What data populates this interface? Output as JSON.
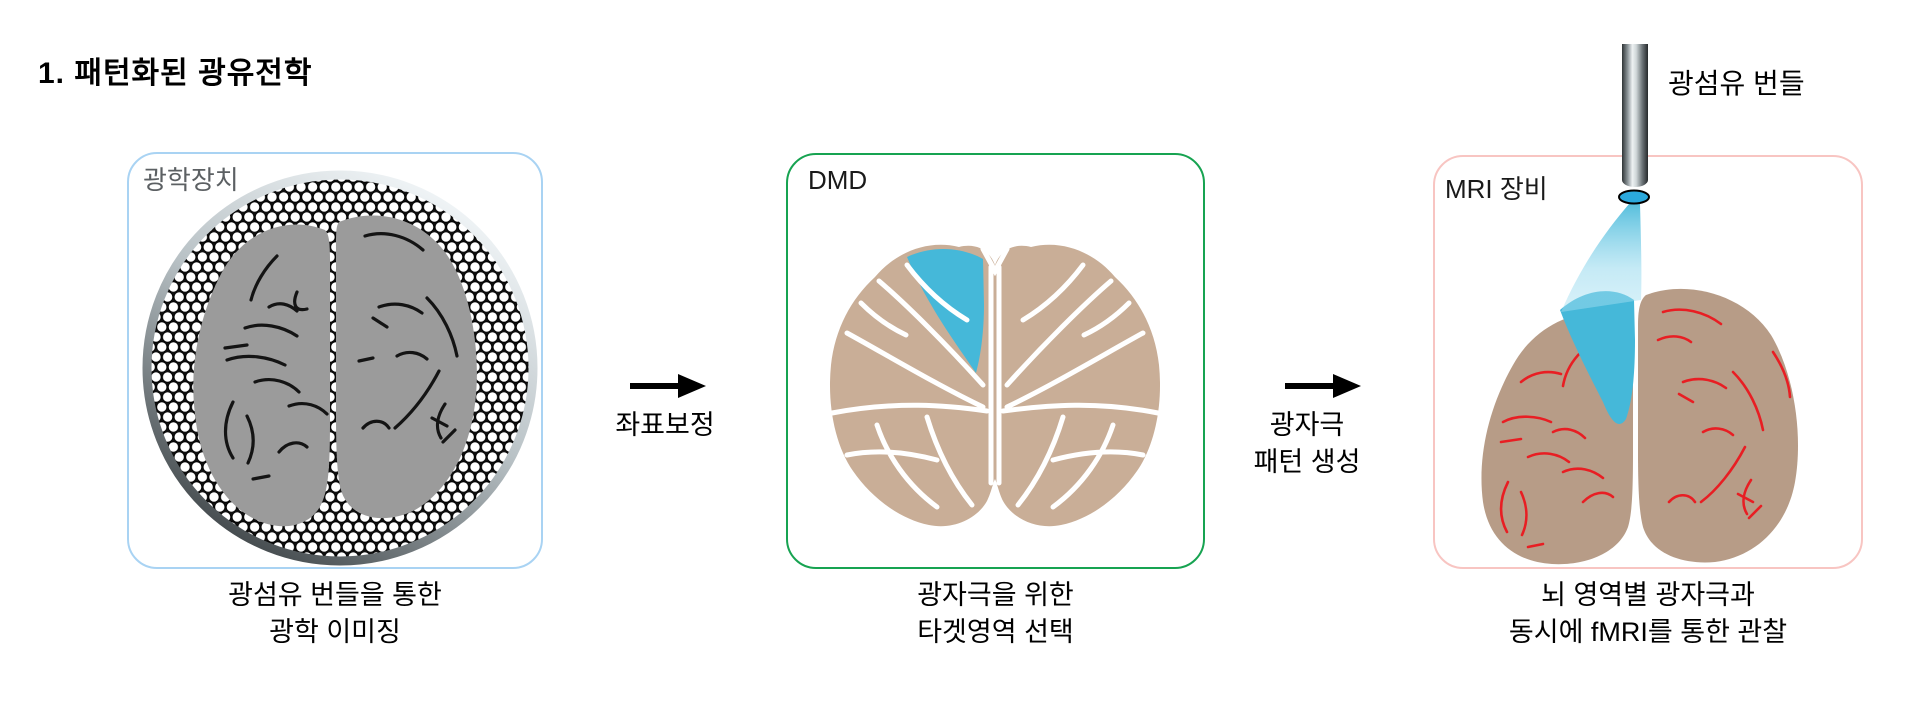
{
  "title": "1. 패턴화된 광유전학",
  "colors": {
    "panel1_border": "#a9d3f3",
    "panel1_label": "#5c6063",
    "panel2_border": "#17a351",
    "panel3_border": "#f8c5c2",
    "label_dark": "#1a1a1a",
    "brain_gray": "#9b9b9b",
    "sulci_black": "#141414",
    "atlas_tan": "#c9ae97",
    "brain_tan": "#b79c87",
    "highlight_cyan": "#45b8d9",
    "vessel_red": "#e81e23",
    "lens_blue": "#2ba9dd",
    "text_black": "#000000"
  },
  "panels": [
    {
      "label": "광학장치",
      "caption_line1": "광섬유 번들을 통한",
      "caption_line2": "광학 이미징"
    },
    {
      "label": "DMD",
      "caption_line1": "광자극을 위한",
      "caption_line2": "타겟영역 선택"
    },
    {
      "label": "MRI 장비",
      "probe_label": "광섬유 번들",
      "caption_line1": "뇌 영역별 광자극과",
      "caption_line2": "동시에 fMRI를 통한 관찰"
    }
  ],
  "arrows": [
    {
      "line1": "좌표보정",
      "line2": ""
    },
    {
      "line1": "광자극",
      "line2": "패턴 생성"
    }
  ]
}
